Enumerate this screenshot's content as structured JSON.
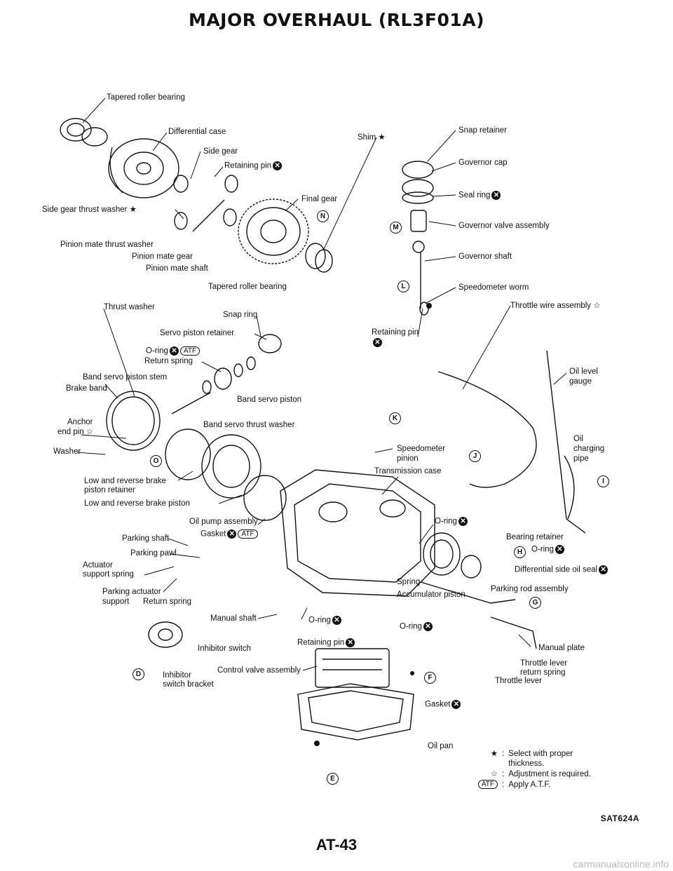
{
  "title": "MAJOR OVERHAUL (RL3F01A)",
  "labels": {
    "tapered_roller_bearing_top": "Tapered roller bearing",
    "differential_case": "Differential case",
    "side_gear": "Side gear",
    "retaining_pin_1": "Retaining pin",
    "final_gear": "Final gear",
    "side_gear_thrust_washer": "Side gear thrust washer ★",
    "pinion_mate_thrust_washer": "Pinion mate thrust washer",
    "pinion_mate_gear": "Pinion mate gear",
    "pinion_mate_shaft": "Pinion mate shaft",
    "tapered_roller_bearing_2": "Tapered roller bearing",
    "shim": "Shim ★",
    "snap_retainer": "Snap retainer",
    "governor_cap": "Governor cap",
    "seal_ring": "Seal ring",
    "governor_valve_assembly": "Governor valve assembly",
    "governor_shaft": "Governor shaft",
    "speedometer_worm": "Speedometer worm",
    "throttle_wire_assembly": "Throttle wire assembly ☆",
    "thrust_washer": "Thrust washer",
    "snap_ring": "Snap ring",
    "servo_piston_retainer": "Servo piston retainer",
    "o_ring_1": "O-ring",
    "return_spring_1": "Return spring",
    "band_servo_piston_stem": "Band servo piston stem",
    "brake_band": "Brake band",
    "band_servo_piston": "Band servo piston",
    "retaining_pin_2": "Retaining pin",
    "oil_level_gauge_1": "Oil level",
    "oil_level_gauge_2": "gauge",
    "anchor_end_pin_1": "Anchor",
    "anchor_end_pin_2": "end pin ☆",
    "band_servo_thrust_washer": "Band servo thrust washer",
    "washer": "Washer",
    "speedometer_pinion_1": "Speedometer",
    "speedometer_pinion_2": "pinion",
    "oil_charging_pipe_1": "Oil",
    "oil_charging_pipe_2": "charging",
    "oil_charging_pipe_3": "pipe",
    "transmission_case": "Transmission case",
    "low_reverse_brake_retainer_1": "Low and reverse brake",
    "low_reverse_brake_retainer_2": "piston retainer",
    "low_reverse_brake_piston": "Low and reverse brake piston",
    "oil_pump_assembly": "Oil pump assembly",
    "o_ring_2": "O-ring",
    "bearing_retainer": "Bearing retainer",
    "parking_shaft": "Parking shaft",
    "gasket_1": "Gasket",
    "o_ring_3": "O-ring",
    "parking_pawl": "Parking pawl",
    "differential_side_oil_seal": "Differential side oil seal",
    "actuator_support_spring_1": "Actuator",
    "actuator_support_spring_2": "support spring",
    "spring": "Spring",
    "parking_rod_assembly": "Parking rod assembly",
    "parking_actuator_support_1": "Parking actuator",
    "parking_actuator_support_2": "support",
    "return_spring_2": "Return spring",
    "accumulator_piston": "Accumulator piston",
    "manual_shaft": "Manual shaft",
    "o_ring_4": "O-ring",
    "o_ring_5": "O-ring",
    "retaining_pin_3": "Retaining pin",
    "inhibitor_switch": "Inhibitor switch",
    "manual_plate": "Manual plate",
    "throttle_lever_return_spring_1": "Throttle lever",
    "throttle_lever_return_spring_2": "return spring",
    "throttle_lever": "Throttle lever",
    "inhibitor_switch_bracket_1": "Inhibitor",
    "inhibitor_switch_bracket_2": "switch bracket",
    "control_valve_assembly": "Control valve assembly",
    "gasket_2": "Gasket",
    "oil_pan": "Oil pan"
  },
  "badges": {
    "atf": "ATF",
    "replace": "✕"
  },
  "callouts": {
    "n": "N",
    "m": "M",
    "l": "L",
    "k": "K",
    "j": "J",
    "i": "I",
    "h": "H",
    "g": "G",
    "f": "F",
    "e": "E",
    "d": "D",
    "o": "O"
  },
  "legend": [
    {
      "key": "★",
      "text": "Select with proper thickness."
    },
    {
      "key": "☆",
      "text": "Adjustment is required."
    },
    {
      "key": "ATF",
      "text": "Apply A.T.F."
    }
  ],
  "figure_id": "SAT624A",
  "page_number": "AT-43",
  "watermark": "carmanualsonline.info"
}
